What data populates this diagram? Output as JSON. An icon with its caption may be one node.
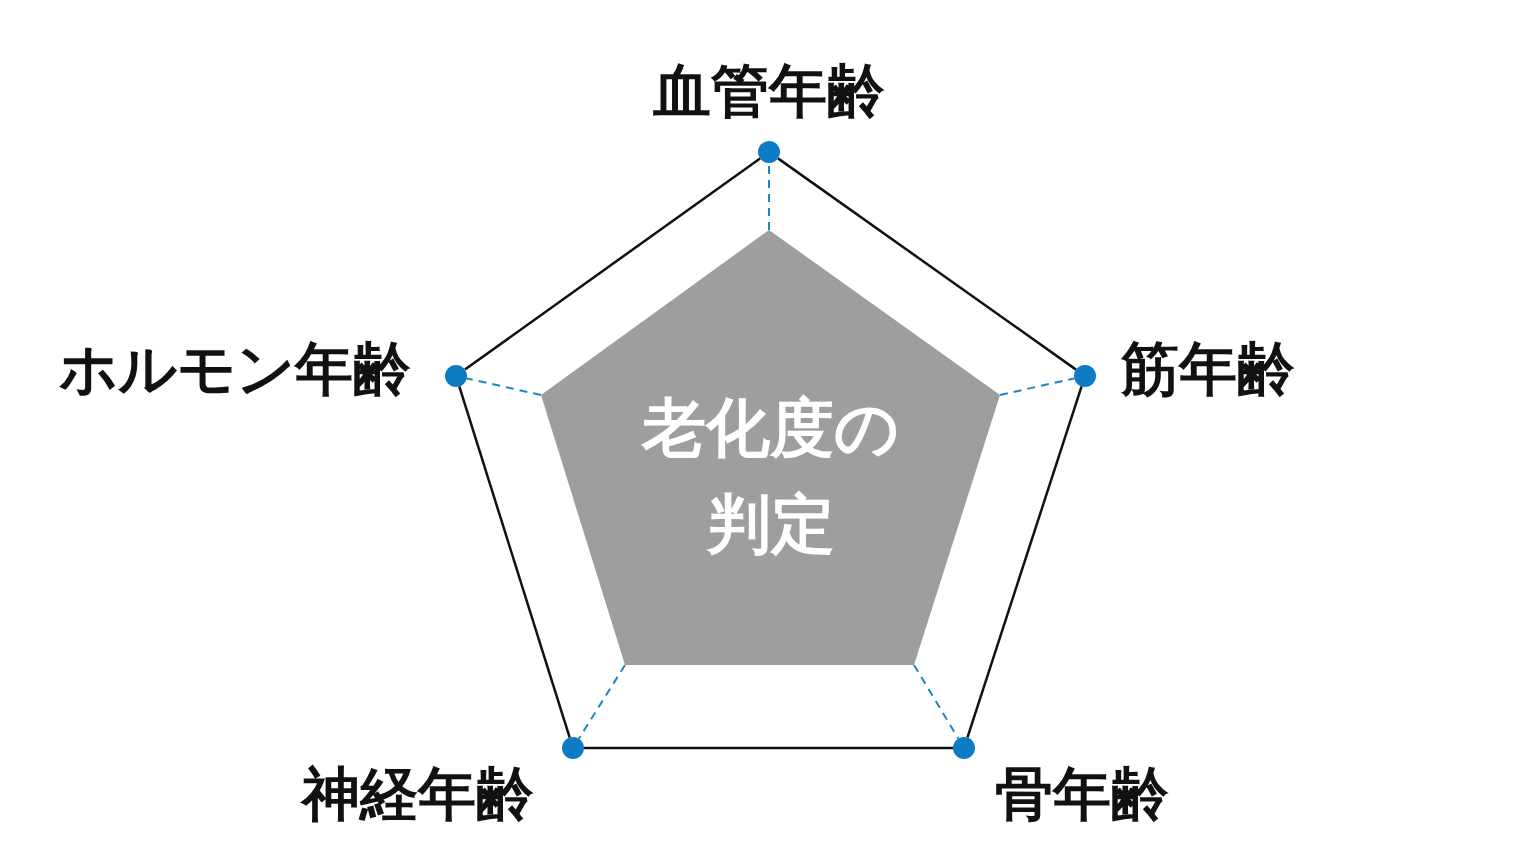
{
  "diagram": {
    "nodes": [
      {
        "text": [
          "老化度の判定"
        ]
      },
      {
        "text": [],
        "shape": "circle",
        "beside": [
          "血管年齢"
        ]
      },
      {
        "text": [],
        "shape": "circle",
        "beside": [
          "筋年齢"
        ]
      },
      {
        "text": [],
        "shape": "circle",
        "beside": [
          "骨年齢"
        ]
      },
      {
        "text": [],
        "shape": "circle",
        "beside": [
          "神経年齢"
        ]
      },
      {
        "text": [],
        "shape": "circle",
        "beside": [
          "ホルモン年齢"
        ]
      }
    ],
    "edges": [
      {
        "from": 1,
        "to": 2,
        "arrow": "none"
      },
      {
        "from": 2,
        "to": 3,
        "arrow": "none"
      },
      {
        "from": 3,
        "to": 4,
        "arrow": "none"
      },
      {
        "from": 4,
        "to": 5,
        "arrow": "none"
      },
      {
        "from": 5,
        "to": 1,
        "arrow": "none"
      },
      {
        "from": 0,
        "to": 1,
        "arrow": "none",
        "style": "dashed",
        "color": "#1a86c8"
      },
      {
        "from": 0,
        "to": 2,
        "arrow": "none",
        "style": "dashed",
        "color": "#1a86c8"
      },
      {
        "from": 0,
        "to": 3,
        "arrow": "none",
        "style": "dashed",
        "color": "#1a86c8"
      },
      {
        "from": 0,
        "to": 4,
        "arrow": "none",
        "style": "dashed",
        "color": "#1a86c8"
      },
      {
        "from": 0,
        "to": 5,
        "arrow": "none",
        "style": "dashed",
        "color": "#1a86c8"
      }
    ]
  }
}
